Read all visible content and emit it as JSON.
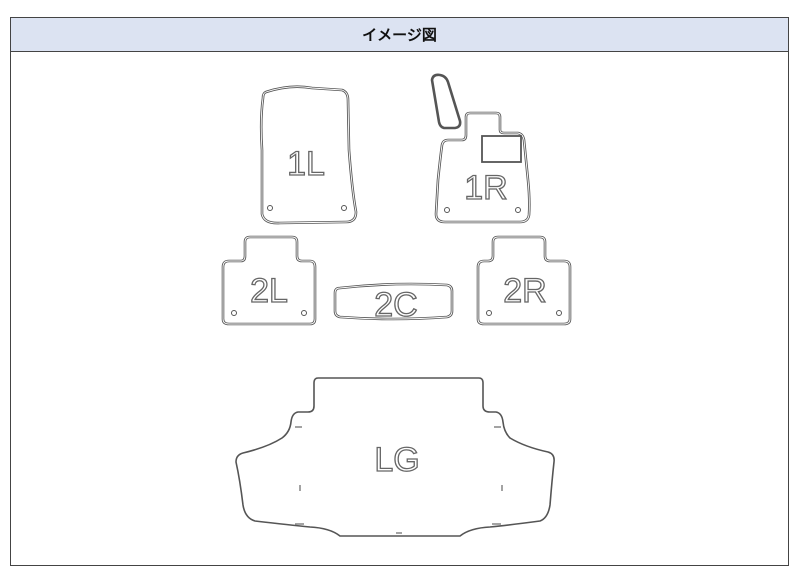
{
  "header": {
    "title": "イメージ図"
  },
  "mats": {
    "front_left": "1L",
    "front_right": "1R",
    "rear_left": "2L",
    "rear_center": "2C",
    "rear_right": "2R",
    "luggage": "LG"
  }
}
